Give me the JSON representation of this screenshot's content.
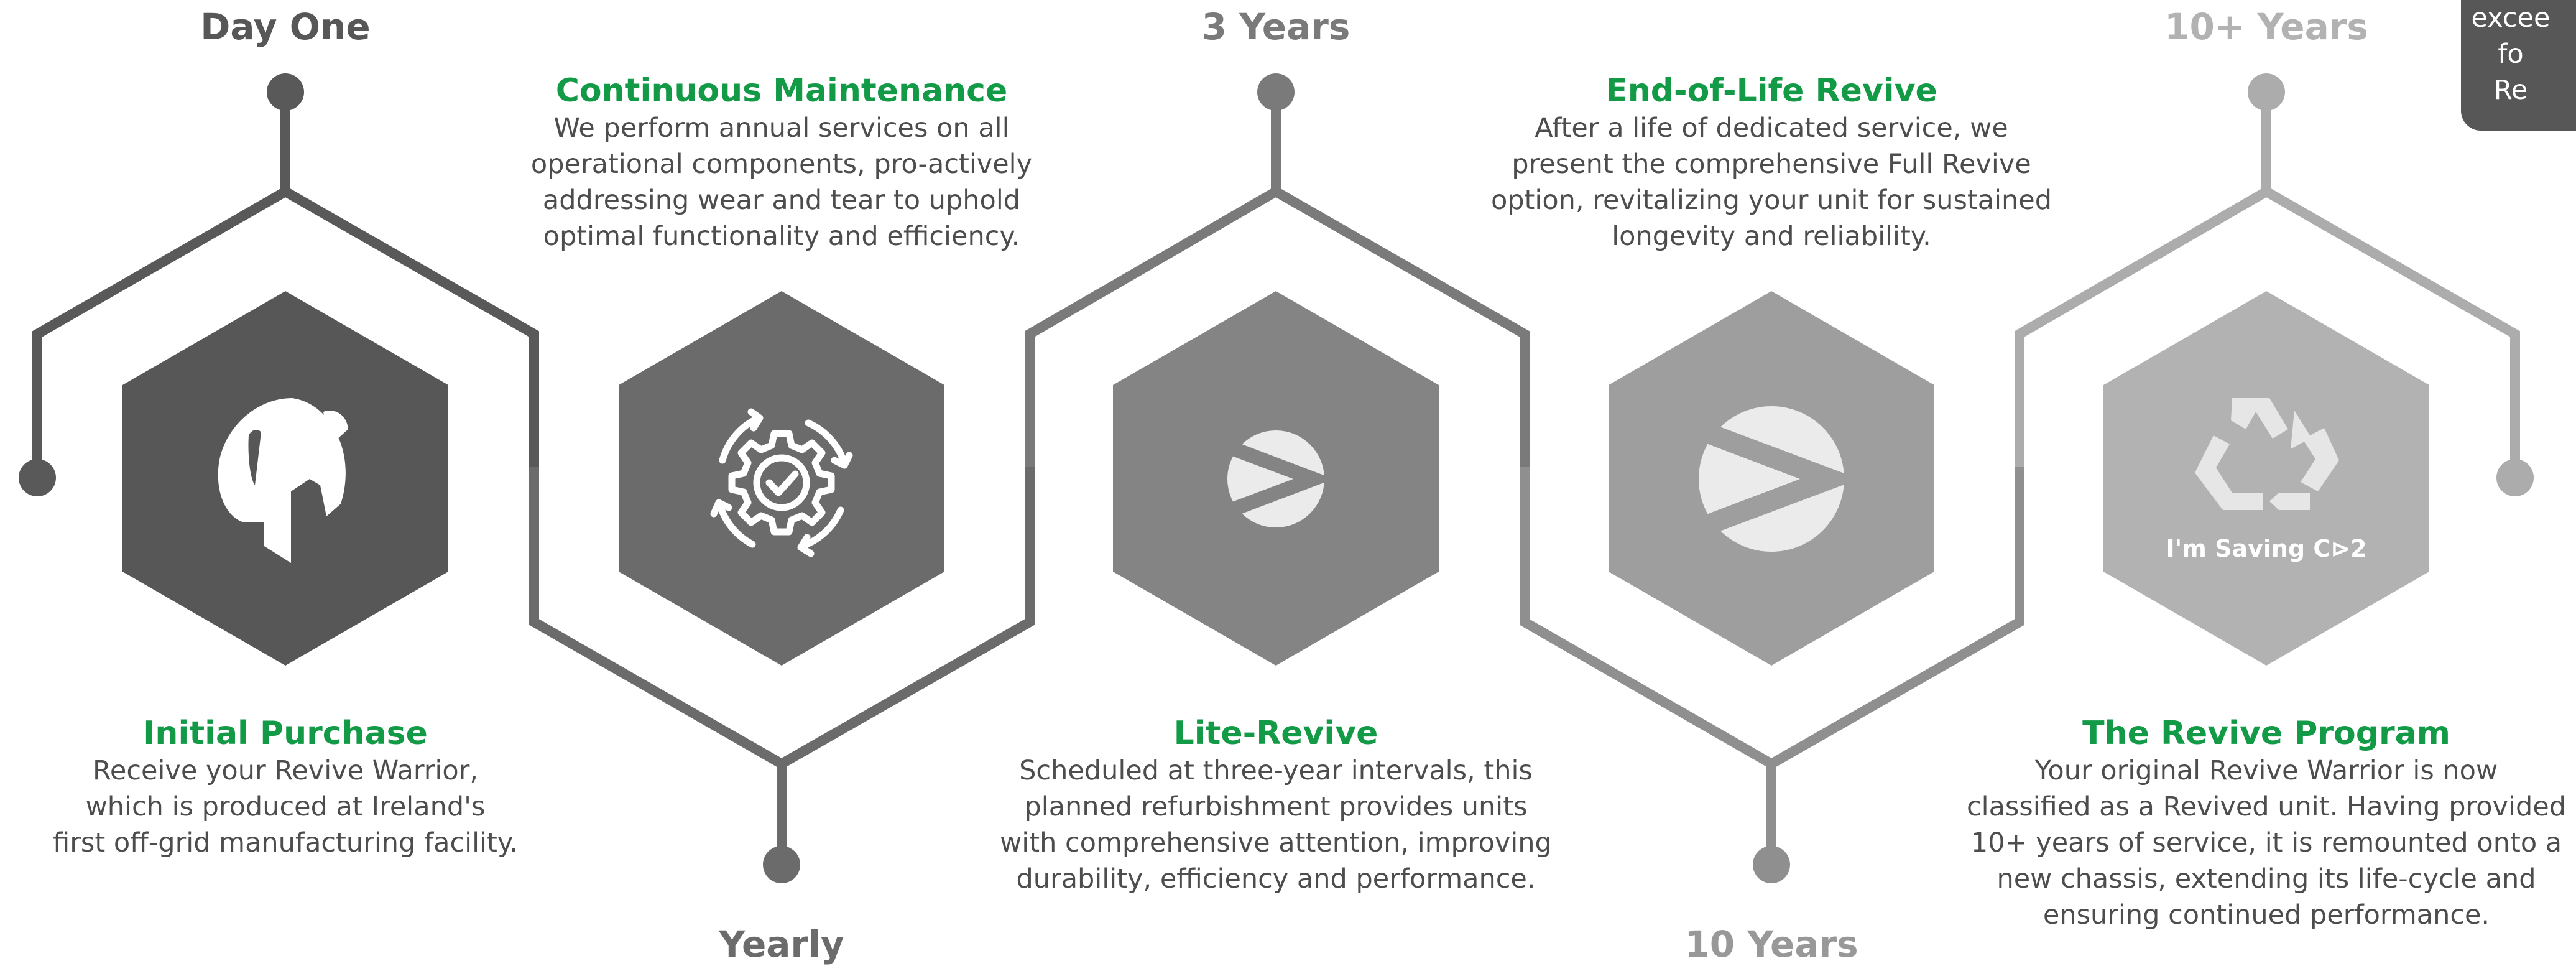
{
  "milestones": {
    "day_one": "Day One",
    "yearly": "Yearly",
    "three_years": "3 Years",
    "ten_years": "10 Years",
    "ten_plus_years": "10+ Years"
  },
  "stages": [
    {
      "title": "Initial Purchase",
      "lines": [
        "Receive your Revive Warrior,",
        "which is produced at Ireland's",
        "first off-grid manufacturing facility."
      ],
      "icon": "warrior-helmet-icon",
      "color": "#575757"
    },
    {
      "title": "Continuous Maintenance",
      "lines": [
        "We perform annual services on all",
        "operational components, pro-actively",
        "addressing wear and tear to uphold",
        "optimal functionality and efficiency."
      ],
      "icon": "gear-cycle-check-icon",
      "color": "#6b6b6b"
    },
    {
      "title": "Lite-Revive",
      "lines": [
        "Scheduled at three-year intervals, this",
        "planned refurbishment provides units",
        "with comprehensive attention, improving",
        "durability, efficiency and performance."
      ],
      "icon": "revive-logo-small-icon",
      "color": "#848484"
    },
    {
      "title": "End-of-Life Revive",
      "lines": [
        "After a life of dedicated service, we",
        "present the comprehensive Full Revive",
        "option, revitalizing your unit for sustained",
        "longevity and reliability."
      ],
      "icon": "revive-logo-large-icon",
      "color": "#9e9e9e"
    },
    {
      "title": "The Revive Program",
      "lines": [
        "Your original Revive Warrior is now",
        "classified as a Revived unit. Having provided",
        "10+ years of service, it is remounted onto a",
        "new chassis, extending its life-cycle and",
        "ensuring continued performance."
      ],
      "icon": "recycle-icon",
      "badge": "I'm Saving C⊳2",
      "color": "#b2b2b2"
    }
  ],
  "callout": {
    "lines": [
      "excee",
      "fo",
      "Re"
    ]
  },
  "colors": {
    "heading_green": "#129a47",
    "body_text": "#4d4d4d",
    "milestone_day_one": "#575757",
    "milestone_yearly": "#6b6b6b",
    "milestone_3_years": "#7a7a7a",
    "milestone_10_years": "#989898",
    "milestone_10_plus_years": "#b2b2b2",
    "callout_bg": "#575757"
  }
}
